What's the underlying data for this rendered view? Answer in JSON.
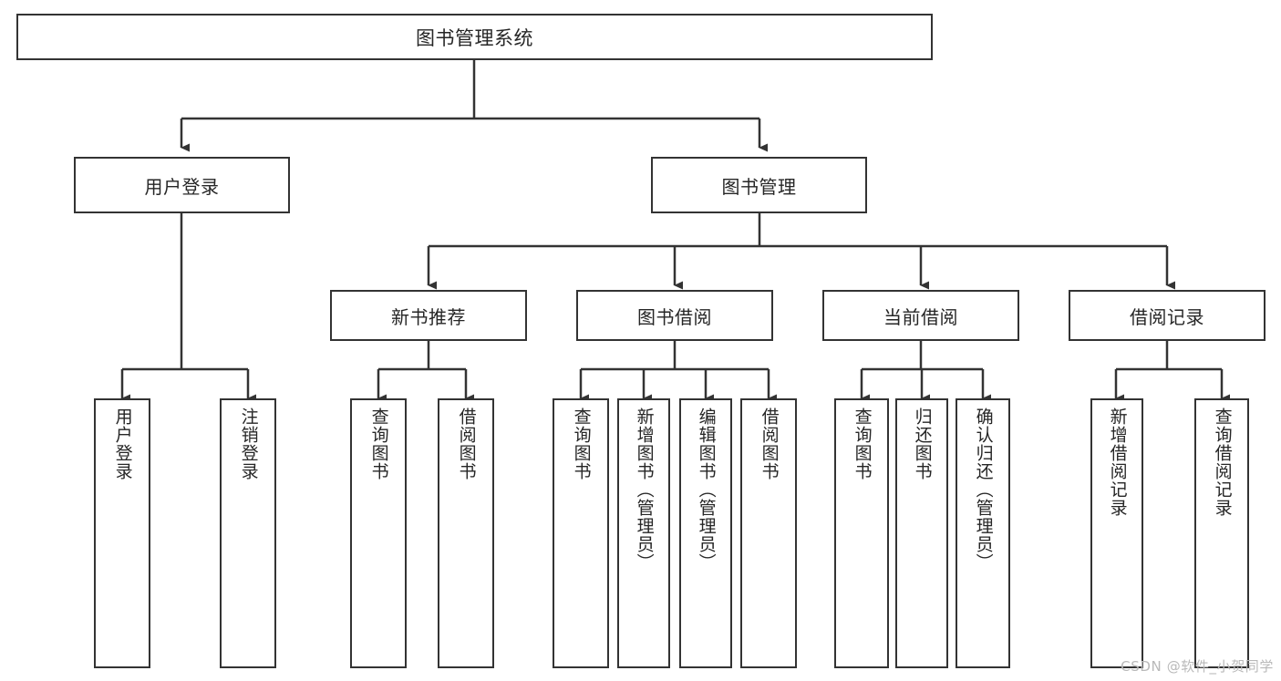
{
  "diagram": {
    "title": "图书管理系统",
    "type": "tree-hierarchy-chart",
    "colors": {
      "stroke": "#333333",
      "fill": "#ffffff",
      "text": "#262626",
      "watermark": "#b9b9b9"
    },
    "root": {
      "label": "图书管理系统"
    },
    "level1": [
      {
        "label": "用户登录"
      },
      {
        "label": "图书管理"
      }
    ],
    "level2": [
      {
        "label": "新书推荐"
      },
      {
        "label": "图书借阅"
      },
      {
        "label": "当前借阅"
      },
      {
        "label": "借阅记录"
      }
    ],
    "leaves": {
      "user_login": [
        {
          "label": "用户登录"
        },
        {
          "label": "注销登录"
        }
      ],
      "new_book_recommend": [
        {
          "label": "查询图书"
        },
        {
          "label": "借阅图书"
        }
      ],
      "book_borrow": [
        {
          "label": "查询图书"
        },
        {
          "label": "新增图书（管理员）"
        },
        {
          "label": "编辑图书（管理员）"
        },
        {
          "label": "借阅图书"
        }
      ],
      "current_borrow": [
        {
          "label": "查询图书"
        },
        {
          "label": "归还图书"
        },
        {
          "label": "确认归还（管理员）"
        }
      ],
      "borrow_record": [
        {
          "label": "新增借阅记录"
        },
        {
          "label": "查询借阅记录"
        }
      ]
    },
    "watermark": "CSDN @软件_小贺同学"
  }
}
